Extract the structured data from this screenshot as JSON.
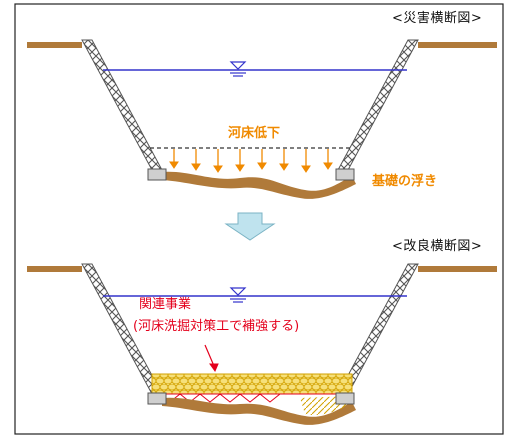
{
  "labels": {
    "disaster_section": "<災害横断図>",
    "improved_section": "<改良横断図>",
    "riverbed_lowering": "河床低下",
    "foundation_float": "基礎の浮き",
    "related_project": "関連事業",
    "reinforcement_note": "(河床洗掘対策工で補強する)"
  },
  "colors": {
    "ground": "#b07a3a",
    "revetment_line": "#555555",
    "water_line": "#3333cc",
    "arrow_orange": "#f08a00",
    "label_red": "#e4001c",
    "scour_fill": "#f6e07a",
    "down_arrow_fill": "#bfe3ee"
  }
}
